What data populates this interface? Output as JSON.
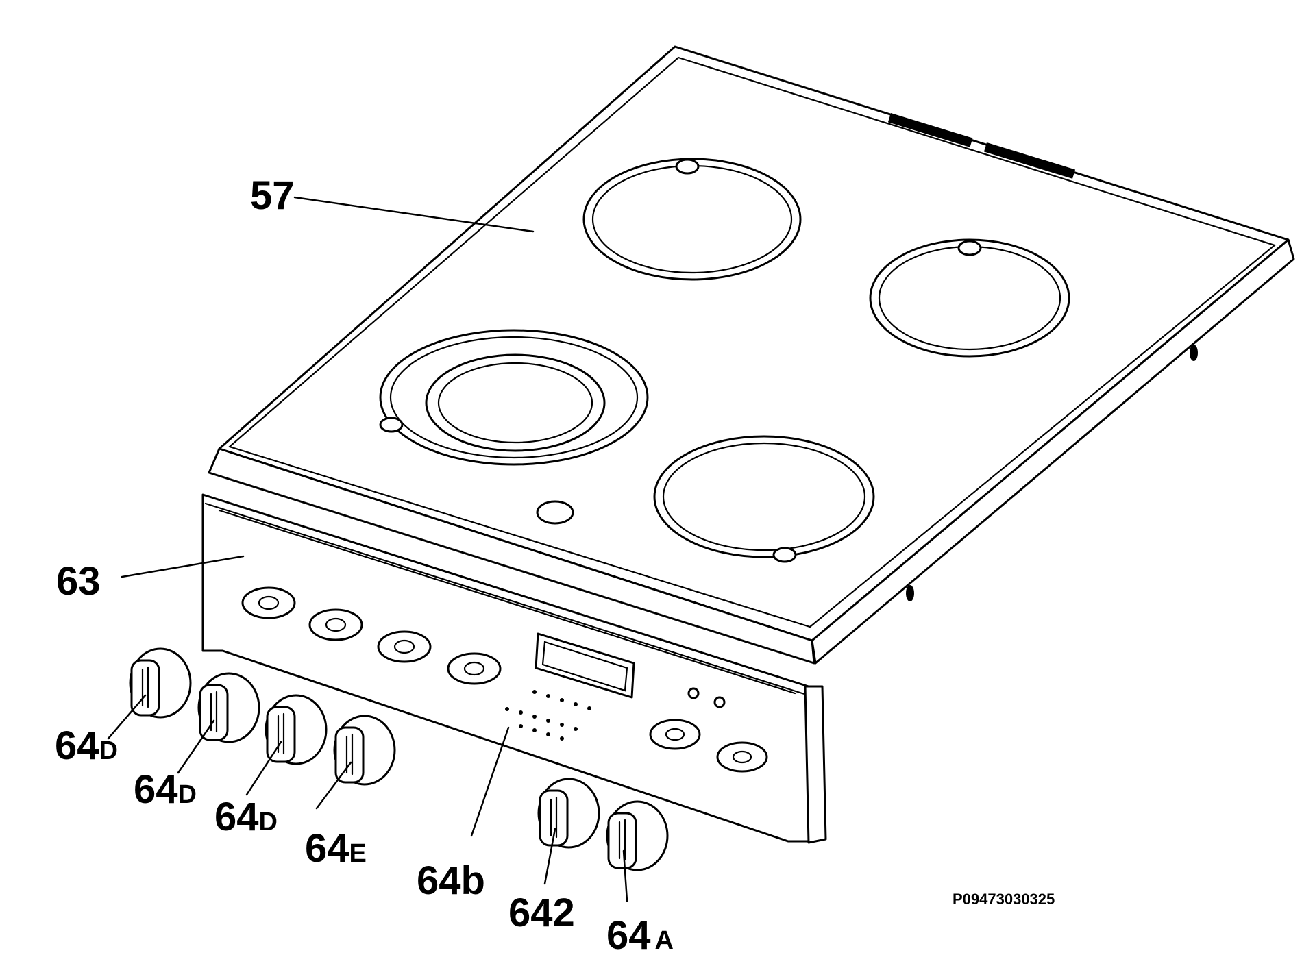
{
  "diagram": {
    "labels": {
      "hob_top": "57",
      "control_panel": "63",
      "knob_1": {
        "num": "64",
        "sub": "D"
      },
      "knob_2": {
        "num": "64",
        "sub": "D"
      },
      "knob_3": {
        "num": "64",
        "sub": "D"
      },
      "knob_4": {
        "num": "64",
        "sub": "E"
      },
      "indicator": "64b",
      "knob_5": "642",
      "knob_6": {
        "num": "64",
        "sub": "A"
      }
    },
    "part_code": "P09473030325"
  }
}
